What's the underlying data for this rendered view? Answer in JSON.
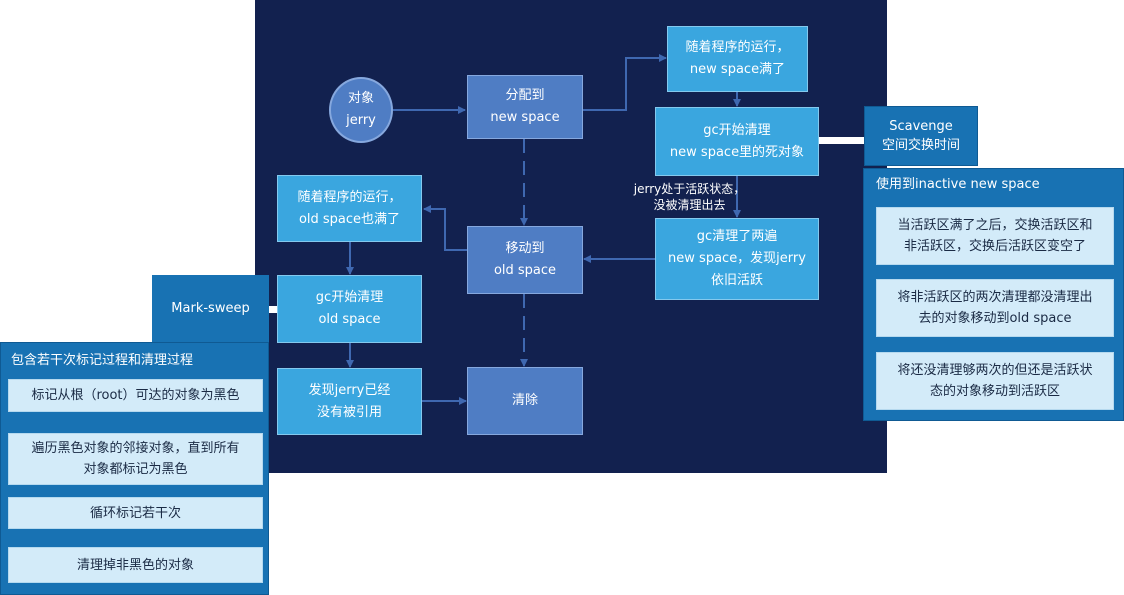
{
  "center": {
    "object_jerry": "对象\njerry",
    "alloc_new": "分配到\nnew space",
    "new_full": "随着程序的运行，\nnew space满了",
    "gc_clean_new": "gc开始清理\nnew space里的死对象",
    "jerry_note": "jerry处于活跃状态，\n没被清理出去",
    "gc_twice": "gc清理了两遍\nnew space，发现jerry\n依旧活跃",
    "move_old": "移动到\nold space",
    "old_full": "随着程序的运行，\nold space也满了",
    "gc_clean_old": "gc开始清理\nold space",
    "found_unref": "发现jerry已经\n没有被引用",
    "clear": "清除"
  },
  "scavenge": {
    "label": "Scavenge\n空间交换时间",
    "title": "使用到inactive new space",
    "steps": [
      "当活跃区满了之后，交换活跃区和\n非活跃区，交换后活跃区变空了",
      "将非活跃区的两次清理都没清理出\n去的对象移动到old space",
      "将还没清理够两次的但还是活跃状\n态的对象移动到活跃区"
    ]
  },
  "marksweep": {
    "label": "Mark-sweep",
    "title": "包含若干次标记过程和清理过程",
    "steps": [
      "标记从根（root）可达的对象为黑色",
      "遍历黑色对象的邻接对象，直到所有\n对象都标记为黑色",
      "循环标记若干次",
      "清理掉非黑色的对象"
    ]
  },
  "colors": {
    "canvas": "#12214f",
    "mid_box": "#4f7dc4",
    "cyan_box": "#3aa6df",
    "panel": "#1872b3",
    "item": "#d3ebf9",
    "line": "#3f68b0"
  }
}
